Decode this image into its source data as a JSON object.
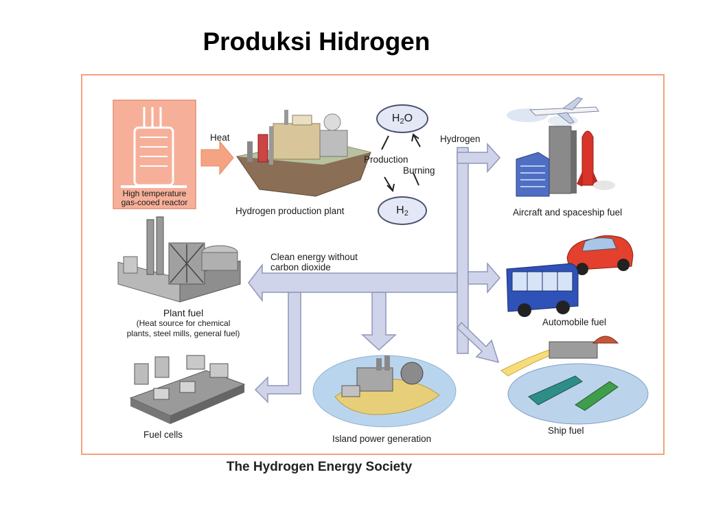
{
  "page": {
    "title": "Produksi Hidrogen",
    "caption": "The Hydrogen Energy Society"
  },
  "diagram": {
    "reactor_label_line1": "High temperature",
    "reactor_label_line2": "gas-cooed reactor",
    "heat_label": "Heat",
    "plant_label": "Hydrogen production plant",
    "h2o_main": "H",
    "h2o_sub": "2",
    "h2o_tail": "O",
    "h2_main": "H",
    "h2_sub": "2",
    "production_label": "Production",
    "burning_label": "Burning",
    "hydrogen_label": "Hydrogen",
    "clean_line1": "Clean energy without",
    "clean_line2": "carbon dioxide",
    "aircraft_label": "Aircraft and spaceship fuel",
    "automobile_label": "Automobile fuel",
    "ship_label": "Ship fuel",
    "plantfuel_label": "Plant fuel",
    "plantfuel_desc1": "(Heat source for chemical",
    "plantfuel_desc2": "plants, steel mills, general fuel)",
    "fuelcells_label": "Fuel cells",
    "island_label": "Island power generation"
  },
  "colors": {
    "frame_border": "#f2a27c",
    "arrow_fill": "#cfd4ea",
    "arrow_stroke": "#8e96b8",
    "reactor_fill": "#f6b09a",
    "heat_arrow": "#f4a483"
  }
}
